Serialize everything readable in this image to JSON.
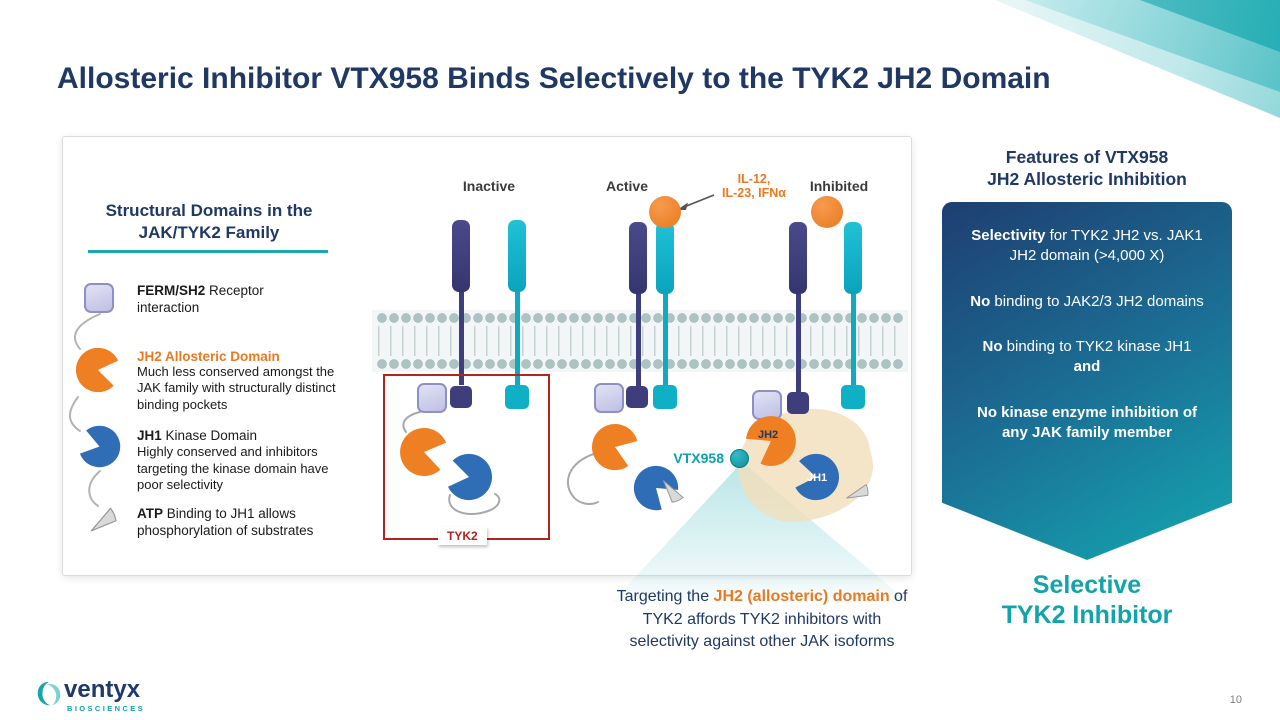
{
  "colors": {
    "navy": "#203864",
    "teal": "#14a7b0",
    "orange": "#e87a22",
    "receptor_navy": "#3e3e7c",
    "receptor_teal": "#0fb0c6",
    "jh1_blue": "#2f6eb6",
    "highlight_red": "#b3231f",
    "panel_gradient_top": "#1e3e70",
    "panel_gradient_bottom": "#14a7b0"
  },
  "slide": {
    "title": "Allosteric Inhibitor VTX958 Binds Selectively to the TYK2 JH2 Domain",
    "page_number": "10"
  },
  "logo": {
    "name": "ventyx",
    "sub": "BIOSCIENCES"
  },
  "legend": {
    "heading_line1": "Structural Domains in the",
    "heading_line2": "JAK/TYK2 Family",
    "items": [
      {
        "bold": "FERM/SH2",
        "text": " Receptor interaction",
        "icon": "purple-rounded-square"
      },
      {
        "title": "JH2 Allosteric Domain",
        "desc": "Much less conserved amongst the JAK family with structurally distinct binding pockets",
        "icon": "orange-pacman"
      },
      {
        "bold": "JH1",
        "title_rest": " Kinase Domain",
        "desc": "Highly conserved and inhibitors targeting the kinase domain have poor selectivity",
        "icon": "blue-pacman"
      },
      {
        "bold": "ATP",
        "text": " Binding to JH1 allows phosphorylation of substrates",
        "icon": "gray-wedge"
      }
    ]
  },
  "diagram": {
    "states": {
      "inactive": "Inactive",
      "active": "Active",
      "inhibited": "Inhibited"
    },
    "cytokines_line1": "IL-12,",
    "cytokines_line2": "IL-23, IFNα",
    "tyk2_label": "TYK2",
    "vtx958_label": "VTX958",
    "jh2_label": "JH2",
    "jh1_label": "JH1"
  },
  "caption": {
    "pre": "Targeting the ",
    "highlight": "JH2 (allosteric) domain",
    "post": " of TYK2 affords TYK2 inhibitors with selectivity against other JAK isoforms"
  },
  "features": {
    "heading_line1": "Features of VTX958",
    "heading_line2": "JH2 Allosteric Inhibition",
    "items": [
      {
        "bold": "Selectivity",
        "text": " for TYK2 JH2 vs. JAK1 JH2 domain (>4,000 X)"
      },
      {
        "bold": "No",
        "text": " binding to JAK2/3 JH2 domains"
      },
      {
        "bold": "No",
        "text": " binding to TYK2 kinase JH1 ",
        "bold2": "and"
      },
      {
        "bold": "No kinase enzyme inhibition of any JAK family member",
        "text": ""
      }
    ],
    "footer_line1": "Selective",
    "footer_line2": "TYK2 Inhibitor"
  }
}
